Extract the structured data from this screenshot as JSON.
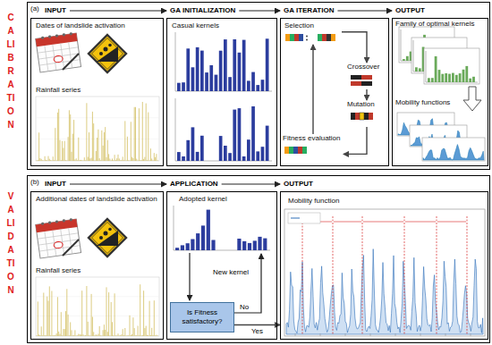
{
  "diagram": {
    "nodes": [
      {
        "text": [
          "(a)"
        ]
      },
      {
        "text": [
          "INPUT",
          "Dates of landslide activation",
          "Rainfall series"
        ],
        "in": 0
      },
      {
        "text": [
          "GA INITIALIZATION",
          "Casual kernels"
        ],
        "in": 0
      },
      {
        "text": [
          "GA ITERATION"
        ],
        "in": 0
      },
      {
        "text": [
          "Selection"
        ],
        "in": 3
      },
      {
        "text": [
          "Crossover"
        ],
        "in": 3
      },
      {
        "text": [
          "Mutation"
        ],
        "in": 3
      },
      {
        "text": [
          "Fitness evaluation"
        ],
        "in": 3
      },
      {
        "text": [
          "OUTPUT",
          "Family of optimal kernels",
          "Mobility functions"
        ],
        "in": 0
      },
      {
        "text": [
          "(b)"
        ]
      },
      {
        "text": [
          "INPUT",
          "Additional dates of landslide activation",
          "Rainfall series"
        ],
        "in": 9
      },
      {
        "text": [
          "APPLICATION",
          "Adopted kernel"
        ],
        "in": 9
      },
      {
        "text": [
          "Is Fitness satisfactory?"
        ],
        "in": 11
      },
      {
        "text": [
          "OUTPUT",
          "Mobility function"
        ],
        "in": 9
      }
    ],
    "edges": [
      {
        "from": 4,
        "to": 5,
        "arrow": "to"
      },
      {
        "from": 5,
        "to": 6,
        "arrow": "to"
      },
      {
        "from": 6,
        "to": 7,
        "arrow": "to"
      },
      {
        "from": 7,
        "to": 4,
        "arrow": "to"
      },
      {
        "from": 12,
        "to": 13,
        "label": "Yes",
        "arrow": "to"
      }
    ],
    "labels": [
      "CALIBRATION",
      "VALIDATION",
      "No",
      "New kernel"
    ]
  }
}
